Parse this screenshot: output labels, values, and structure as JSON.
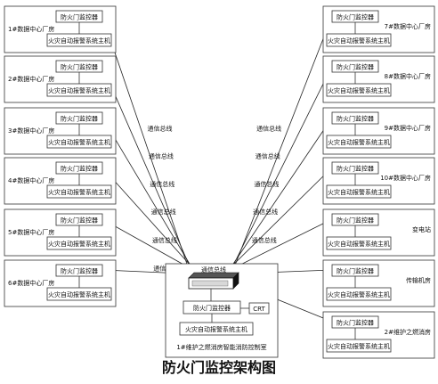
{
  "diagram": {
    "title": "防火门监控架构图",
    "bus_label": "通信总线",
    "left_stations": [
      {
        "name": "1#数据中心厂房",
        "controller": "防火门监控器",
        "host": "火灾自动报警系统主机"
      },
      {
        "name": "2#数据中心厂房",
        "controller": "防火门监控器",
        "host": "火灾自动报警系统主机"
      },
      {
        "name": "3#数据中心厂房",
        "controller": "防火门监控器",
        "host": "火灾自动报警系统主机"
      },
      {
        "name": "4#数据中心厂房",
        "controller": "防火门监控器",
        "host": "火灾自动报警系统主机"
      },
      {
        "name": "5#数据中心厂房",
        "controller": "防火门监控器",
        "host": "火灾自动报警系统主机"
      },
      {
        "name": "6#数据中心厂房",
        "controller": "防火门监控器",
        "host": "火灾自动报警系统主机"
      }
    ],
    "right_stations": [
      {
        "name": "7#数据中心厂房",
        "controller": "防火门监控器",
        "host": "火灾自动报警系统主机"
      },
      {
        "name": "8#数据中心厂房",
        "controller": "防火门监控器",
        "host": "火灾自动报警系统主机"
      },
      {
        "name": "9#数据中心厂房",
        "controller": "防火门监控器",
        "host": "火灾自动报警系统主机"
      },
      {
        "name": "10#数据中心厂房",
        "controller": "防火门监控器",
        "host": "火灾自动报警系统主机"
      },
      {
        "name": "变电站",
        "controller": "防火门监控器",
        "host": "火灾自动报警系统主机"
      },
      {
        "name": "传输机房",
        "controller": "防火门监控器",
        "host": "火灾自动报警系统主机"
      },
      {
        "name": "2#维护之燃消房",
        "controller": "防火门监控器",
        "host": "火灾自动报警系统主机"
      }
    ],
    "center": {
      "switch_label": "通信总线",
      "controller": "防火门监控器",
      "crt": "CRT",
      "host": "火灾自动报警系统主机",
      "room": "1#维护之燃消房智能消防控制室"
    }
  }
}
